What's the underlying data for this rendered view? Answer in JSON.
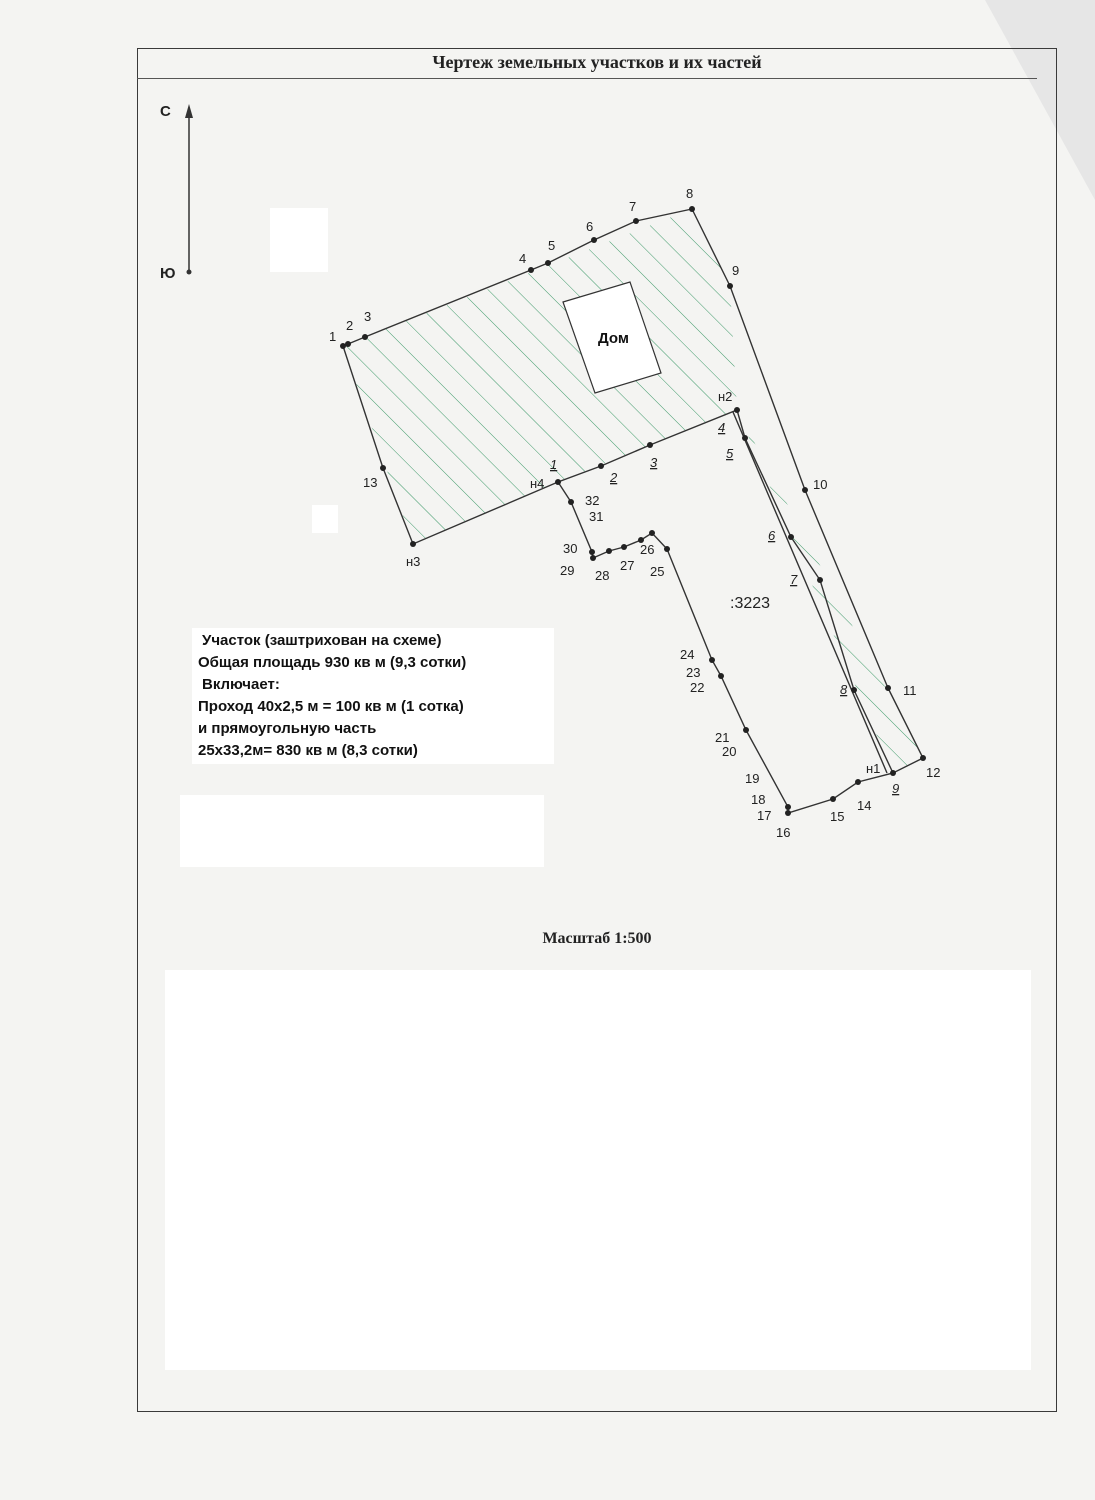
{
  "title": "Чертеж земельных участков и их частей",
  "scale": "Масштаб 1:500",
  "compass": {
    "north": "С",
    "south": "Ю"
  },
  "house_label": "Дом",
  "parcel_number": ":3223",
  "info": {
    "line1": "Участок (заштрихован на схеме)",
    "line2": "Общая площадь 930 кв м (9,3 сотки)",
    "line3": "Включает:",
    "line4": "Проход 40х2,5 м = 100 кв м (1 сотка)",
    "line5": "и прямоугольную часть",
    "line6": "25х33,2м= 830 кв м (8,3 сотки)"
  },
  "colors": {
    "hatch": "#3f9a6a",
    "line": "#333333",
    "point": "#222222"
  },
  "points": {
    "p1": "1",
    "p2": "2",
    "p3": "3",
    "p4": "4",
    "p5": "5",
    "p6": "6",
    "p7": "7",
    "p8": "8",
    "p9": "9",
    "p10": "10",
    "p11": "11",
    "p12": "12",
    "p13": "13",
    "p14": "14",
    "p15": "15",
    "p16": "16",
    "p17": "17",
    "p18": "18",
    "p19": "19",
    "p20": "20",
    "p21": "21",
    "p22": "22",
    "p23": "23",
    "p24": "24",
    "p25": "25",
    "p26": "26",
    "p27": "27",
    "p28": "28",
    "p29": "29",
    "p30": "30",
    "p31": "31",
    "p32": "32",
    "n1": "н1",
    "n2": "н2",
    "n3": "н3",
    "n4": "н4"
  },
  "part_points": {
    "u1": "1",
    "u2": "2",
    "u3": "3",
    "u4": "4",
    "u5": "5",
    "u6": "6",
    "u7": "7",
    "u8": "8",
    "u9": "9"
  }
}
